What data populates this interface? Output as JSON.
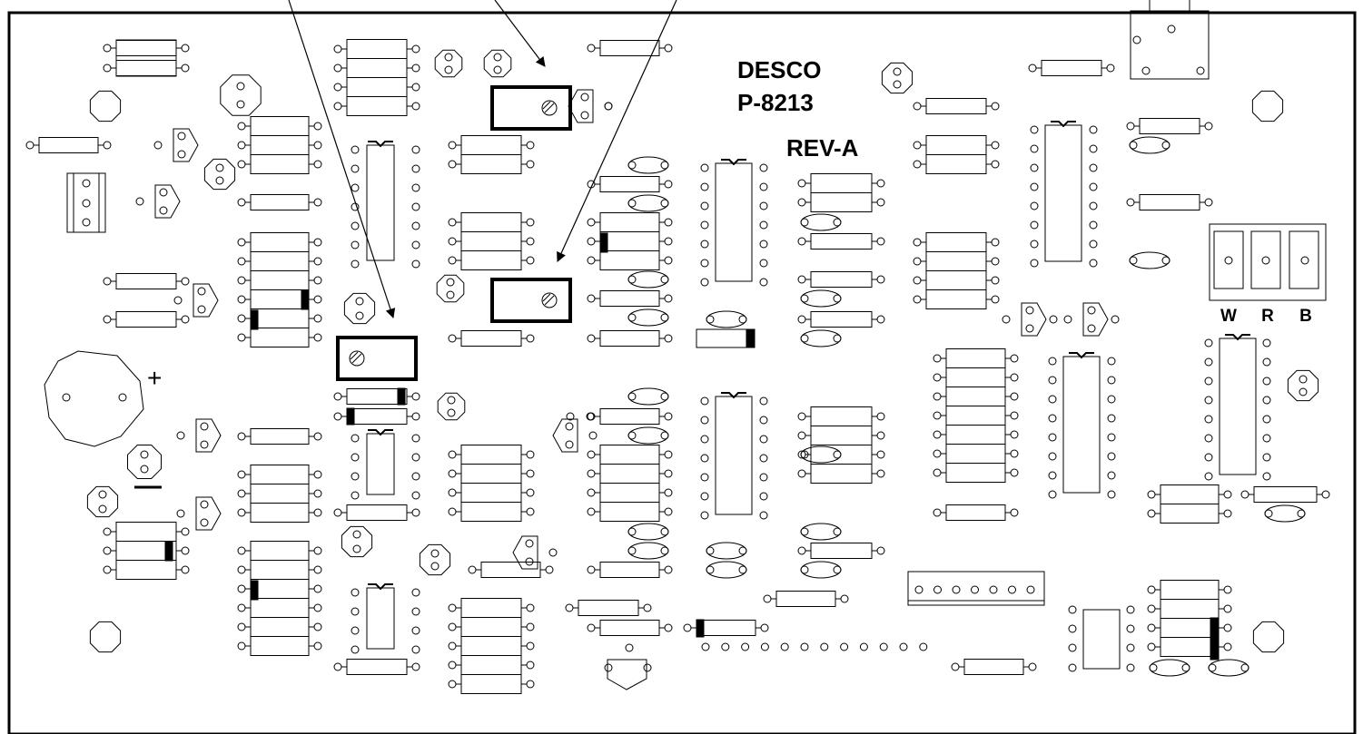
{
  "board": {
    "maker": "DESCO",
    "part_number": "P-8213",
    "revision": "REV-A"
  },
  "terminal_block": {
    "labels": [
      "W",
      "R",
      "B"
    ]
  },
  "polarity": {
    "positive": "+",
    "negative": "—"
  },
  "colors": {
    "ink": "#000000",
    "paper": "#ffffff"
  }
}
